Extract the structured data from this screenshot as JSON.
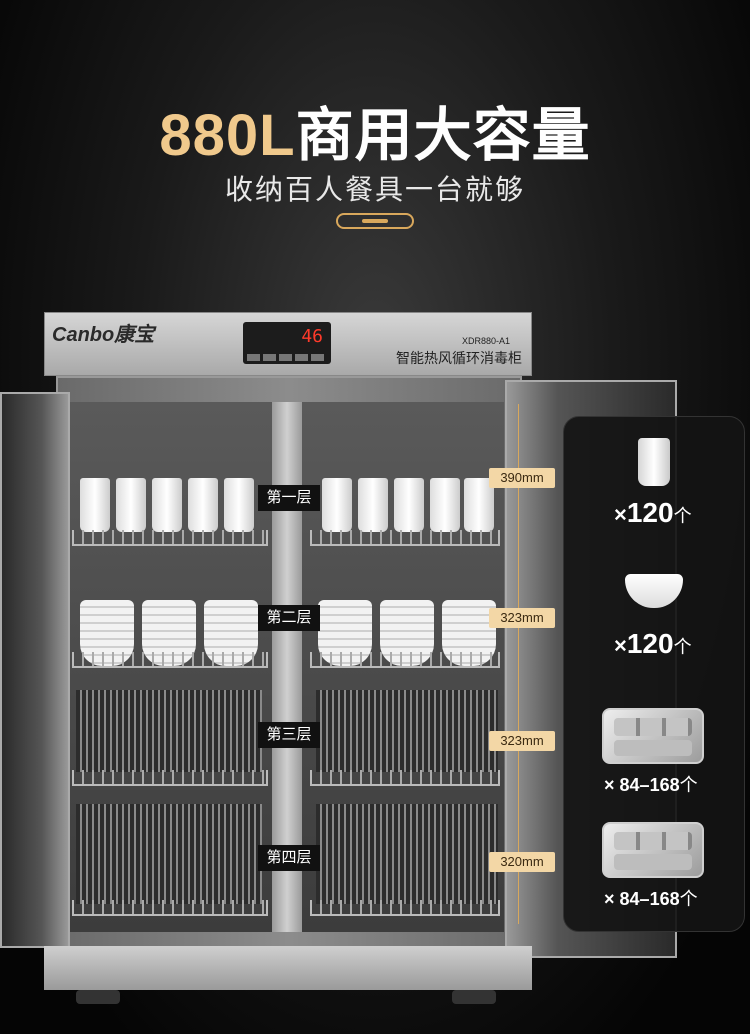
{
  "header": {
    "capacity": "880L",
    "title_rest": "商用大容量",
    "subtitle": "收纳百人餐具一台就够"
  },
  "cabinet": {
    "brand": "Canbo康宝",
    "display_digits": "46",
    "model": "XDR880-A1",
    "label": "智能热风循环消毒柜"
  },
  "levels": [
    {
      "name": "第一层",
      "height": "390mm"
    },
    {
      "name": "第二层",
      "height": "323mm"
    },
    {
      "name": "第三层",
      "height": "323mm"
    },
    {
      "name": "第四层",
      "height": "320mm"
    }
  ],
  "capacity_panel": [
    {
      "icon": "cup-icon",
      "multiplier": "×",
      "count": "120",
      "unit": "个"
    },
    {
      "icon": "bowl-icon",
      "multiplier": "×",
      "count": "120",
      "unit": "个"
    },
    {
      "icon": "tray-icon",
      "multiplier": "×",
      "count": "84–168",
      "unit": "个"
    },
    {
      "icon": "tray-icon",
      "multiplier": "×",
      "count": "84–168",
      "unit": "个"
    }
  ],
  "colors": {
    "accent_gold": "#f0c98c",
    "dim_tag": "#f3d7a6",
    "display_red": "#ff3a2a"
  }
}
